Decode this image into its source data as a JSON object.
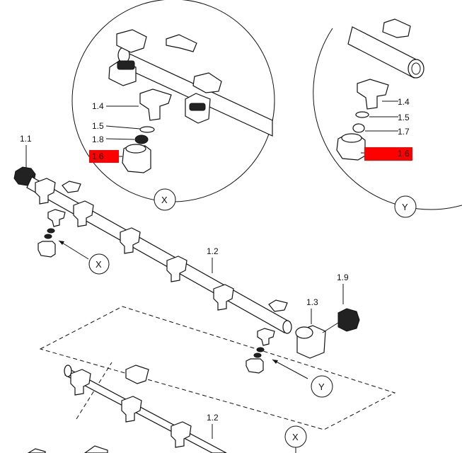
{
  "labels": {
    "l_1_1": "1.1",
    "l_1_2_top": "1.2",
    "l_1_2_bottom": "1.2",
    "l_1_3": "1.3",
    "l_1_9": "1.9",
    "x_1_4": "1.4",
    "x_1_5": "1.5",
    "x_1_8": "1.8",
    "x_1_6": "1.6",
    "y_1_4": "1.4",
    "y_1_5": "1.5",
    "y_1_7": "1.7",
    "y_1_6": "1.6"
  },
  "callouts": {
    "x_detail": "X",
    "y_detail": "Y",
    "x_main": "X",
    "y_main": "Y",
    "x_bottom": "X"
  },
  "colors": {
    "highlight": "#ff0000",
    "ink": "#111111"
  }
}
